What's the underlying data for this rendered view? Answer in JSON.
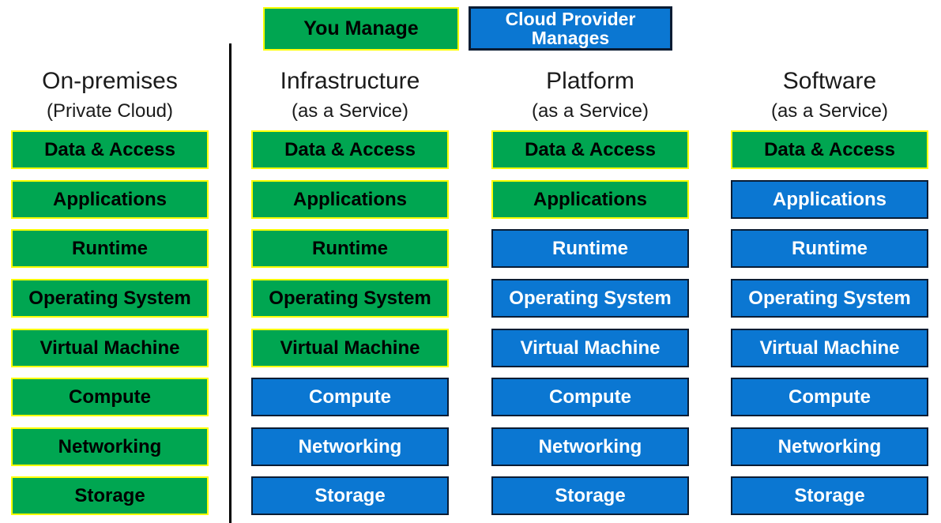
{
  "legend": {
    "you_manage": {
      "label": "You Manage"
    },
    "cloud_provider_manages": {
      "label_lines": [
        "Cloud Provider",
        "Manages"
      ]
    }
  },
  "colors": {
    "you_manage_fill": "#00A651",
    "you_manage_border": "#FFFF00",
    "you_manage_text": "#000000",
    "provider_fill": "#0B77D2",
    "provider_border": "#0A1C33",
    "provider_text": "#FFFFFF",
    "divider": "#000000"
  },
  "columns": [
    {
      "title": "On-premises",
      "subtitle": "(Private Cloud)",
      "cells": [
        {
          "label": "Data & Access",
          "managed_by": "you"
        },
        {
          "label": "Applications",
          "managed_by": "you"
        },
        {
          "label": "Runtime",
          "managed_by": "you"
        },
        {
          "label": "Operating System",
          "managed_by": "you"
        },
        {
          "label": "Virtual Machine",
          "managed_by": "you"
        },
        {
          "label": "Compute",
          "managed_by": "you"
        },
        {
          "label": "Networking",
          "managed_by": "you"
        },
        {
          "label": "Storage",
          "managed_by": "you"
        }
      ]
    },
    {
      "title": "Infrastructure",
      "subtitle": "(as a Service)",
      "cells": [
        {
          "label": "Data & Access",
          "managed_by": "you"
        },
        {
          "label": "Applications",
          "managed_by": "you"
        },
        {
          "label": "Runtime",
          "managed_by": "you"
        },
        {
          "label": "Operating System",
          "managed_by": "you"
        },
        {
          "label": "Virtual Machine",
          "managed_by": "you"
        },
        {
          "label": "Compute",
          "managed_by": "cloud_provider"
        },
        {
          "label": "Networking",
          "managed_by": "cloud_provider"
        },
        {
          "label": "Storage",
          "managed_by": "cloud_provider"
        }
      ]
    },
    {
      "title": "Platform",
      "subtitle": "(as a Service)",
      "cells": [
        {
          "label": "Data & Access",
          "managed_by": "you"
        },
        {
          "label": "Applications",
          "managed_by": "you"
        },
        {
          "label": "Runtime",
          "managed_by": "cloud_provider"
        },
        {
          "label": "Operating System",
          "managed_by": "cloud_provider"
        },
        {
          "label": "Virtual Machine",
          "managed_by": "cloud_provider"
        },
        {
          "label": "Compute",
          "managed_by": "cloud_provider"
        },
        {
          "label": "Networking",
          "managed_by": "cloud_provider"
        },
        {
          "label": "Storage",
          "managed_by": "cloud_provider"
        }
      ]
    },
    {
      "title": "Software",
      "subtitle": "(as a Service)",
      "cells": [
        {
          "label": "Data & Access",
          "managed_by": "you"
        },
        {
          "label": "Applications",
          "managed_by": "cloud_provider"
        },
        {
          "label": "Runtime",
          "managed_by": "cloud_provider"
        },
        {
          "label": "Operating System",
          "managed_by": "cloud_provider"
        },
        {
          "label": "Virtual Machine",
          "managed_by": "cloud_provider"
        },
        {
          "label": "Compute",
          "managed_by": "cloud_provider"
        },
        {
          "label": "Networking",
          "managed_by": "cloud_provider"
        },
        {
          "label": "Storage",
          "managed_by": "cloud_provider"
        }
      ]
    }
  ]
}
